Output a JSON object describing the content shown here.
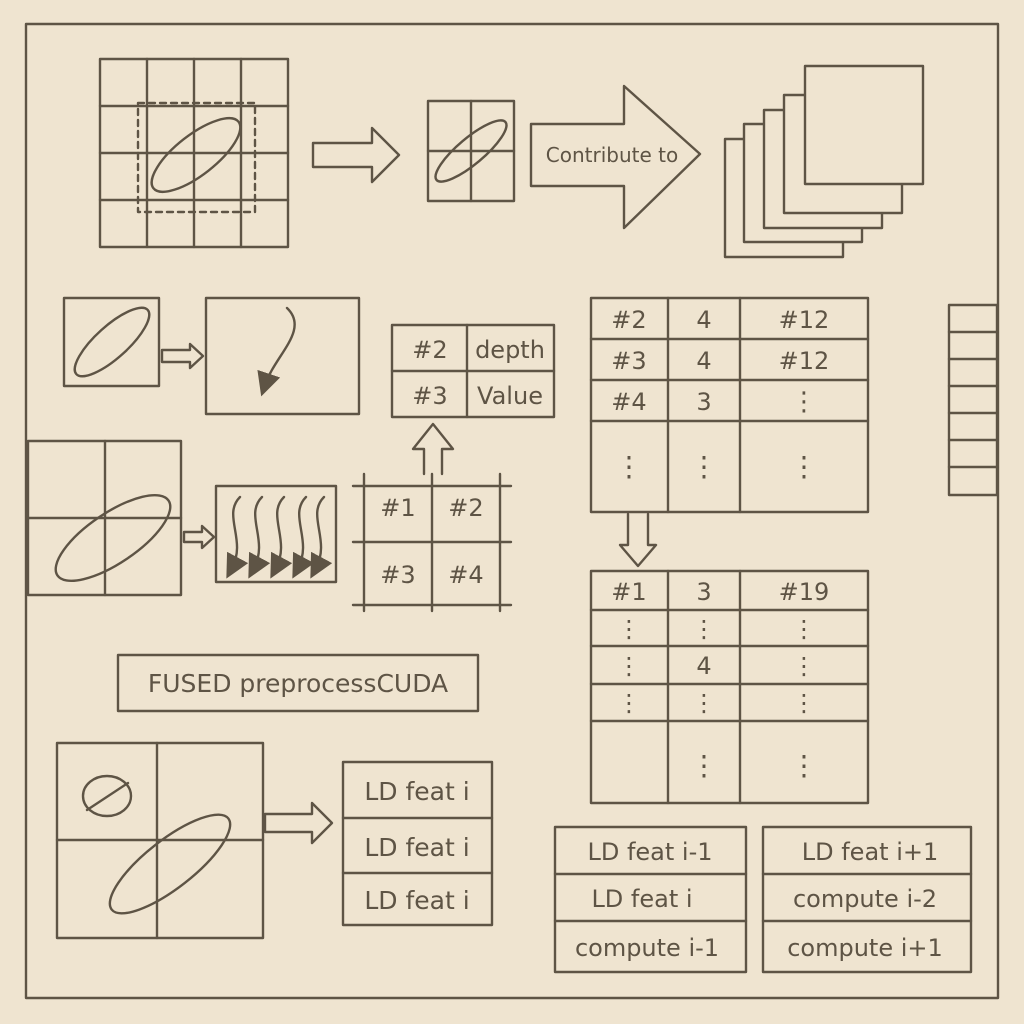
{
  "colors": {
    "background": "#efe4d0",
    "ink": "#5e5445"
  },
  "top_row": {
    "arrow_label": "Contribute to"
  },
  "depth_table": {
    "rows": [
      [
        "#2",
        "depth"
      ],
      [
        "#3",
        "Value"
      ]
    ]
  },
  "tile_grid": {
    "cells": [
      "#1",
      "#2",
      "#3",
      "#4"
    ]
  },
  "fused_label": "FUSED preprocessCUDA",
  "table_upper": {
    "rows": [
      [
        "#2",
        "4",
        "#12"
      ],
      [
        "#3",
        "4",
        "#12"
      ],
      [
        "#4",
        "3",
        "⋮"
      ],
      [
        "⋮",
        "⋮",
        "⋮"
      ]
    ]
  },
  "table_lower": {
    "rows": [
      [
        "#1",
        "3",
        "#19"
      ],
      [
        "⋮",
        "⋮",
        "⋮"
      ],
      [
        "⋮",
        "4",
        "⋮"
      ],
      [
        "⋮",
        "⋮",
        "⋮"
      ],
      [
        "",
        "⋮",
        "⋮"
      ]
    ]
  },
  "ld_stack": [
    "LD feat i",
    "LD feat i",
    "LD feat i"
  ],
  "pipeline_left": [
    "LD feat i-1",
    "LD feat i",
    "compute i-1"
  ],
  "pipeline_right": [
    "LD  feat i+1",
    "compute i-2",
    "compute i+1"
  ]
}
